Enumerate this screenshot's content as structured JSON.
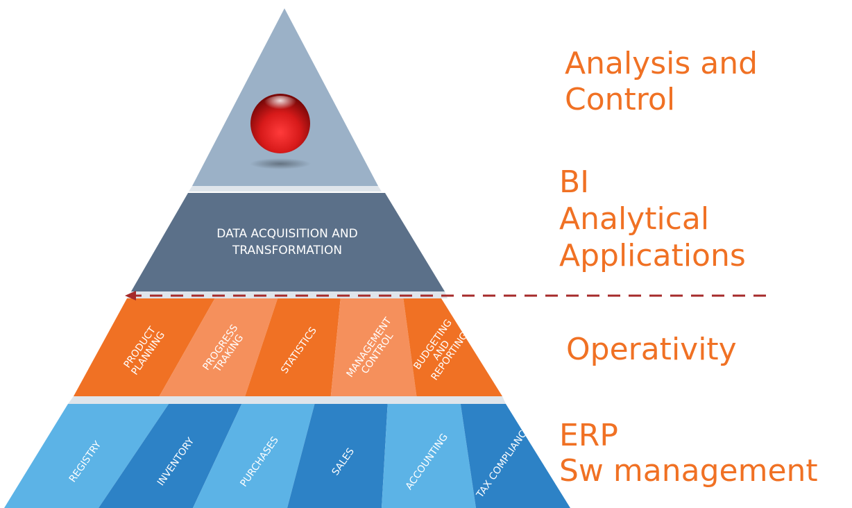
{
  "tiers": {
    "top": {
      "color": "#9bb1c7",
      "icon": "red-sphere-icon"
    },
    "data": {
      "color": "#5b7089",
      "lines": [
        "DATA ACQUISITION AND",
        "TRANSFORMATION"
      ]
    },
    "operativity": {
      "cells": [
        {
          "lines": [
            "PRODUCT",
            "PLANNING"
          ],
          "color": "#f07124"
        },
        {
          "lines": [
            "PROGRESS",
            "TRAKING"
          ],
          "color": "#f5905c"
        },
        {
          "lines": [
            "STATISTICS"
          ],
          "color": "#f07124"
        },
        {
          "lines": [
            "MANAGEMENT",
            "CONTROL"
          ],
          "color": "#f5905c"
        },
        {
          "lines": [
            "BUDGETING",
            "AND",
            "REPORTING"
          ],
          "color": "#f07124"
        }
      ]
    },
    "erp": {
      "cells": [
        {
          "lines": [
            "REGISTRY"
          ],
          "color": "#5cb3e6"
        },
        {
          "lines": [
            "INVENTORY"
          ],
          "color": "#2d82c6"
        },
        {
          "lines": [
            "PURCHASES"
          ],
          "color": "#5cb3e6"
        },
        {
          "lines": [
            "SALES"
          ],
          "color": "#2d82c6"
        },
        {
          "lines": [
            "ACCOUNTING"
          ],
          "color": "#5cb3e6"
        },
        {
          "lines": [
            "TAX COMPLIANCE"
          ],
          "color": "#2d82c6"
        }
      ]
    }
  },
  "labels": {
    "analysis": [
      "Analysis and",
      "Control"
    ],
    "bi": [
      "BI",
      "Analytical",
      "Applications"
    ],
    "operativity": [
      "Operativity"
    ],
    "erp": [
      "ERP",
      "Sw management"
    ]
  },
  "colors": {
    "label": "#f07124",
    "arrow": "#a52a2a",
    "sphere": "#d71a1a"
  }
}
